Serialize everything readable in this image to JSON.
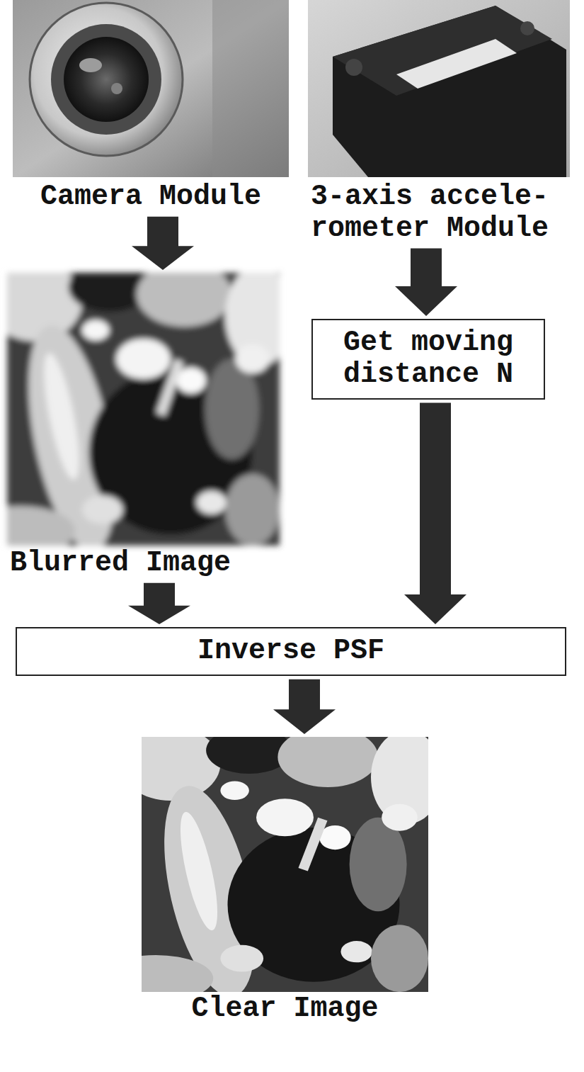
{
  "diagram": {
    "nodes": [
      {
        "text": [
          "Camera Module"
        ]
      },
      {
        "text": [
          "3-axis accele- rometer Module"
        ]
      },
      {
        "text": [
          "Blurred Image"
        ]
      },
      {
        "text": [
          "Get moving distance N"
        ]
      },
      {
        "text": [
          "Inverse PSF"
        ]
      },
      {
        "text": [
          "Clear Image"
        ]
      }
    ],
    "edges": [
      {
        "from": 0,
        "to": 2,
        "arrow": "to"
      },
      {
        "from": 1,
        "to": 3,
        "arrow": "to"
      },
      {
        "from": 2,
        "to": 4,
        "arrow": "to"
      },
      {
        "from": 3,
        "to": 4,
        "arrow": "to"
      },
      {
        "from": 4,
        "to": 5,
        "arrow": "to"
      }
    ]
  }
}
